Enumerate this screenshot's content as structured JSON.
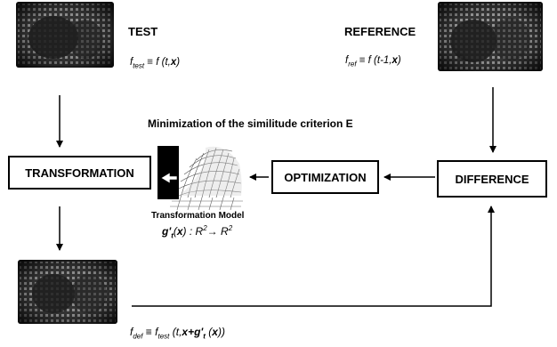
{
  "images": {
    "test": {
      "label": "TEST",
      "formula": {
        "f": "f",
        "sub": "test",
        "eq": " ≡ ",
        "rhs_fn": "f (t,",
        "rhs_var": "x",
        "rhs_end": ")"
      }
    },
    "reference": {
      "label": "REFERENCE",
      "formula": {
        "f": "f",
        "sub": "ref",
        "eq": " ≡ ",
        "rhs_fn": "f (t-1,",
        "rhs_var": "x",
        "rhs_end": ")"
      }
    },
    "deformed": {
      "formula": {
        "f": "f",
        "sub": "def",
        "eq": " ≡ ",
        "f2": "f",
        "sub2": "test",
        "rhs_a": " (t,",
        "rhs_b": "x+g'",
        "sub3": "t",
        "rhs_c": " (",
        "rhs_d": "x",
        "rhs_e": "))"
      }
    }
  },
  "criterion_title": "Minimization of the similitude criterion  E",
  "boxes": {
    "transformation": "TRANSFORMATION",
    "optimization": "OPTIMIZATION",
    "difference": "DIFFERENCE"
  },
  "model": {
    "title": "Transformation Model",
    "formula": {
      "g": "g'",
      "sub": "t",
      "arg_open": "(",
      "arg": "x",
      "arg_close": ") : ",
      "r1": "R",
      "sup1": "2",
      "arrow": "→ ",
      "r2": "R",
      "sup2": "2"
    }
  },
  "colors": {
    "line": "#000000",
    "background": "#ffffff",
    "image_dark": "#1e1e1e"
  }
}
